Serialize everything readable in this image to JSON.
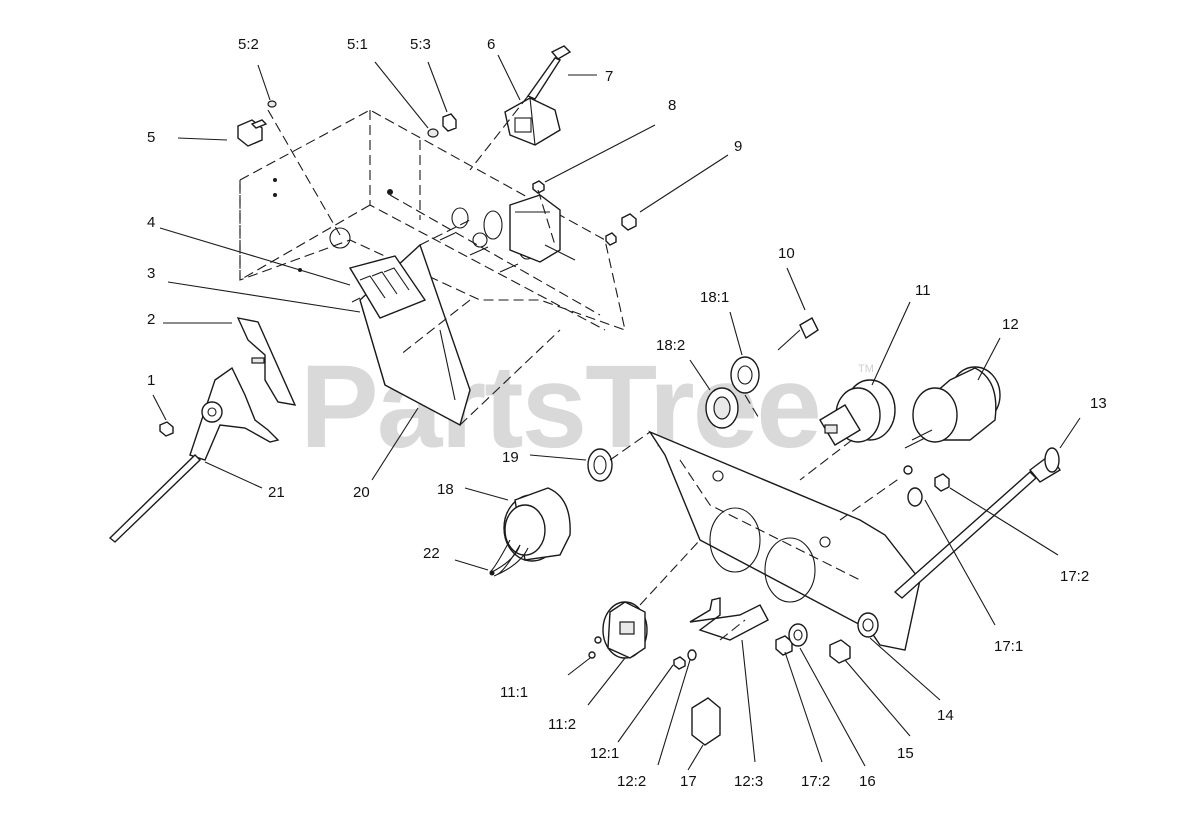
{
  "watermark": {
    "text": "PartsTree",
    "tm": "TM"
  },
  "callouts": [
    {
      "id": "c-5-2",
      "text": "5:2"
    },
    {
      "id": "c-5-1",
      "text": "5:1"
    },
    {
      "id": "c-5-3",
      "text": "5:3"
    },
    {
      "id": "c-6",
      "text": "6"
    },
    {
      "id": "c-7",
      "text": "7"
    },
    {
      "id": "c-8",
      "text": "8"
    },
    {
      "id": "c-5",
      "text": "5"
    },
    {
      "id": "c-9",
      "text": "9"
    },
    {
      "id": "c-4",
      "text": "4"
    },
    {
      "id": "c-10",
      "text": "10"
    },
    {
      "id": "c-3",
      "text": "3"
    },
    {
      "id": "c-11",
      "text": "11"
    },
    {
      "id": "c-18-1",
      "text": "18:1"
    },
    {
      "id": "c-12",
      "text": "12"
    },
    {
      "id": "c-2",
      "text": "2"
    },
    {
      "id": "c-18-2",
      "text": "18:2"
    },
    {
      "id": "c-1",
      "text": "1"
    },
    {
      "id": "c-13",
      "text": "13"
    },
    {
      "id": "c-19",
      "text": "19"
    },
    {
      "id": "c-21",
      "text": "21"
    },
    {
      "id": "c-20",
      "text": "20"
    },
    {
      "id": "c-18",
      "text": "18"
    },
    {
      "id": "c-22",
      "text": "22"
    },
    {
      "id": "c-17-2-right",
      "text": "17:2"
    },
    {
      "id": "c-17-1",
      "text": "17:1"
    },
    {
      "id": "c-11-1",
      "text": "11:1"
    },
    {
      "id": "c-11-2",
      "text": "11:2"
    },
    {
      "id": "c-14",
      "text": "14"
    },
    {
      "id": "c-12-1",
      "text": "12:1"
    },
    {
      "id": "c-15",
      "text": "15"
    },
    {
      "id": "c-12-2",
      "text": "12:2"
    },
    {
      "id": "c-17",
      "text": "17"
    },
    {
      "id": "c-12-3",
      "text": "12:3"
    },
    {
      "id": "c-17-2-bottom",
      "text": "17:2"
    },
    {
      "id": "c-16",
      "text": "16"
    }
  ]
}
